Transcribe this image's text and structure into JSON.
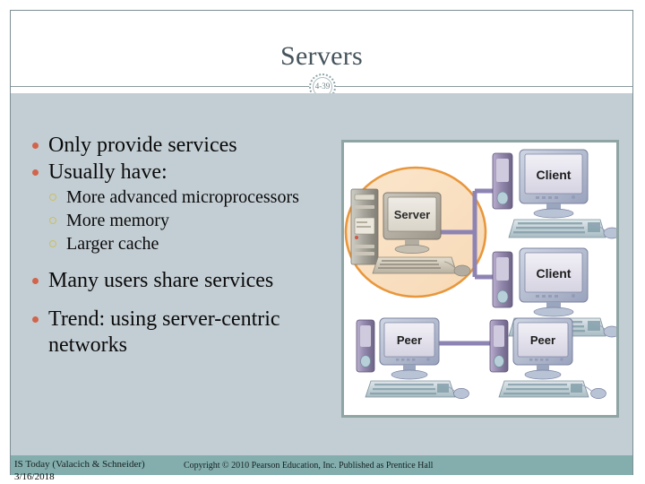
{
  "slide": {
    "title": "Servers",
    "badge_number": "4-39",
    "accent_bullet_color": "#d1644a",
    "sub_bullet_color": "#c9bf62",
    "body_background": "#c3ced4",
    "footer_background": "#84aeae",
    "title_color": "#46545c"
  },
  "bullets": [
    {
      "level": 1,
      "text": "Only provide services"
    },
    {
      "level": 1,
      "text": "Usually have:"
    },
    {
      "level": 2,
      "text": "More advanced microprocessors"
    },
    {
      "level": 2,
      "text": "More memory"
    },
    {
      "level": 2,
      "text": "Larger cache"
    },
    {
      "level": 1,
      "text": "Many users share services"
    },
    {
      "level": 1,
      "text": "Trend: using server-centric networks"
    }
  ],
  "diagram": {
    "alt": "Client-server and peer-to-peer network diagram",
    "highlight_color": "#e8973c",
    "labels": {
      "server": "Server",
      "client_top": "Client",
      "client_bottom": "Client",
      "peer_left": "Peer",
      "peer_right": "Peer"
    }
  },
  "footer": {
    "source": "IS Today (Valacich & Schneider)",
    "copyright": "Copyright © 2010 Pearson Education, Inc. Published as Prentice Hall",
    "date": "3/16/2018"
  }
}
